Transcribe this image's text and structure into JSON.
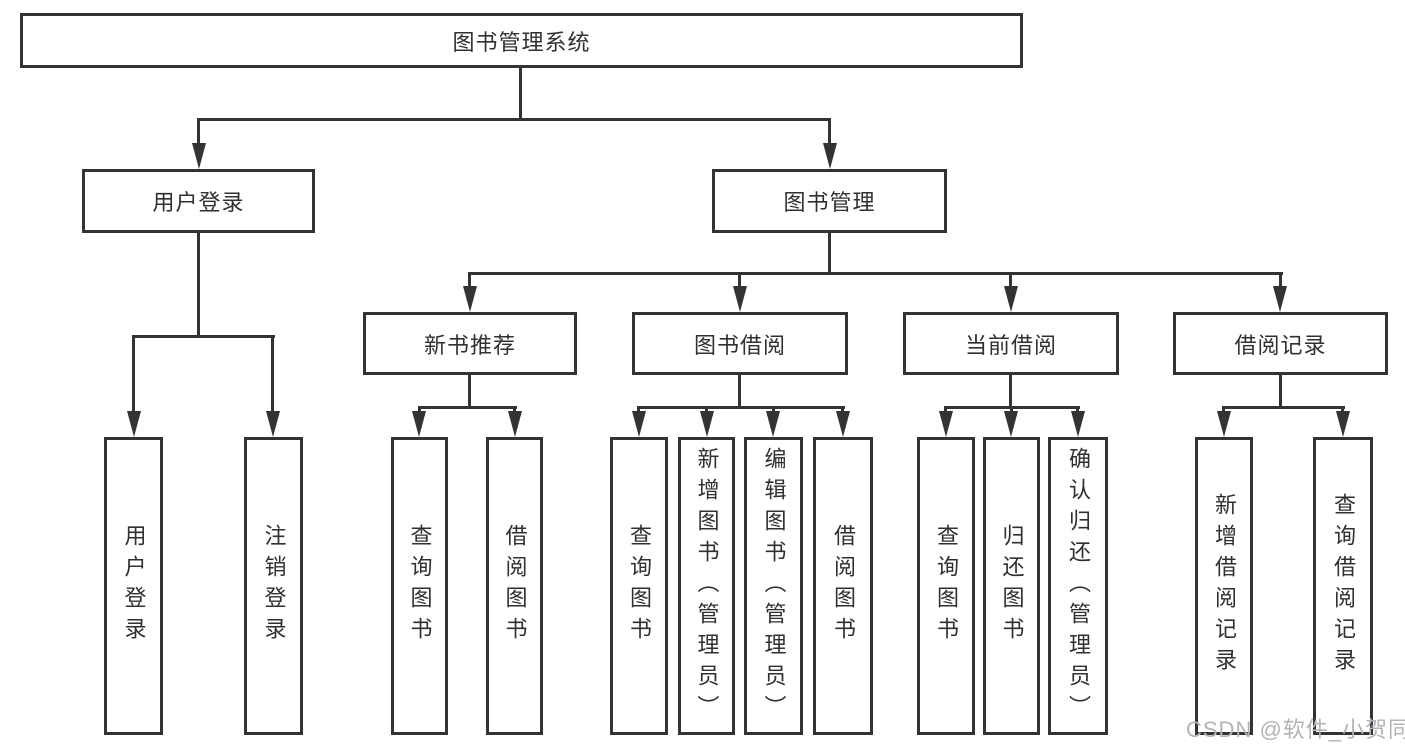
{
  "diagram": {
    "root": {
      "label": "图书管理系统"
    },
    "level2": [
      {
        "label": "用户登录"
      },
      {
        "label": "图书管理"
      }
    ],
    "level3": [
      {
        "label": "新书推荐"
      },
      {
        "label": "图书借阅"
      },
      {
        "label": "当前借阅"
      },
      {
        "label": "借阅记录"
      }
    ],
    "leaves": [
      {
        "label": "用户登录"
      },
      {
        "label": "注销登录"
      },
      {
        "label": "查询图书"
      },
      {
        "label": "借阅图书"
      },
      {
        "label": "查询图书"
      },
      {
        "label": "新增图书（管理员）"
      },
      {
        "label": "编辑图书（管理员）"
      },
      {
        "label": "借阅图书"
      },
      {
        "label": "查询图书"
      },
      {
        "label": "归还图书"
      },
      {
        "label": "确认归还（管理员）"
      },
      {
        "label": "新增借阅记录"
      },
      {
        "label": "查询借阅记录"
      }
    ]
  },
  "watermark": {
    "text": "CSDN @软件_小贺同学"
  },
  "colors": {
    "line": "#333333",
    "box_border": "#333333",
    "text": "#303030",
    "background": "#ffffff",
    "watermark": "#b3b3b8"
  }
}
